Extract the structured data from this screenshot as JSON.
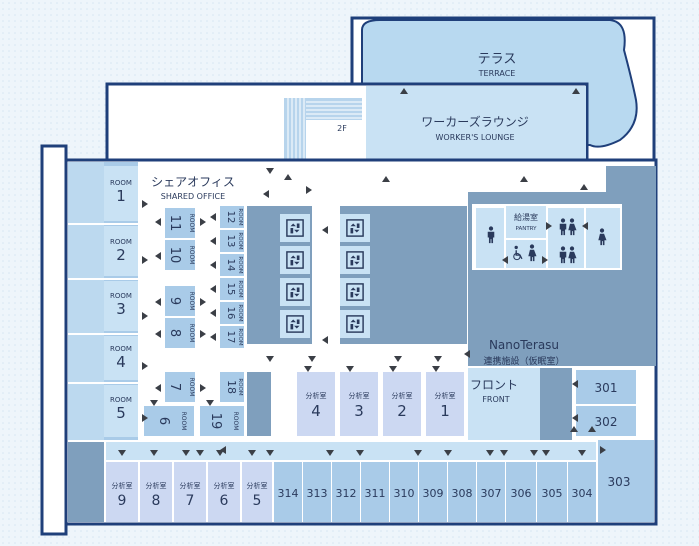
{
  "floor": "2F",
  "colors": {
    "wall": "#1f3f7a",
    "room_light": "#c9e2f4",
    "room_mid": "#a9cbe8",
    "room_dark": "#7f9fbd",
    "analysis": "#ccd8f2",
    "background_texture": "#e8f1f9",
    "corridor": "#ffffff",
    "marker": "#3b3f46"
  },
  "areas": {
    "terrace": {
      "ja": "テラス",
      "en": "TERRACE"
    },
    "lounge": {
      "ja": "ワーカーズラウンジ",
      "en": "WORKER'S LOUNGE"
    },
    "shared_office": {
      "ja": "シェアオフィス",
      "en": "SHARED OFFICE"
    },
    "pantry": {
      "ja": "給湯室",
      "en": "PANTRY"
    },
    "front": {
      "ja": "フロント",
      "en": "FRONT"
    },
    "nanoterasu": {
      "title": "NanoTerasu",
      "sub": "連携施設（仮眠室）"
    }
  },
  "room_word": "ROOM",
  "analysis_word": "分析室",
  "rooms_left": [
    "1",
    "2",
    "3",
    "4",
    "5"
  ],
  "rooms_col2": [
    "11",
    "10",
    "9",
    "8",
    "7"
  ],
  "rooms_col3": [
    "12",
    "13",
    "14",
    "15",
    "16",
    "17"
  ],
  "room_6": "6",
  "room_18": "18",
  "room_19": "19",
  "analysis_top": [
    "4",
    "3",
    "2",
    "1"
  ],
  "analysis_bottom": [
    "9",
    "8",
    "7",
    "6",
    "5"
  ],
  "bottom_rooms": [
    "314",
    "313",
    "312",
    "311",
    "310",
    "309",
    "308",
    "307",
    "306",
    "305",
    "304"
  ],
  "right_rooms": [
    "301",
    "302",
    "303"
  ],
  "icons": {
    "elevator": "elevator-icon",
    "man": "man-restroom-icon",
    "woman": "woman-restroom-icon",
    "accessible": "accessible-restroom-icon",
    "door": "door-marker-icon"
  }
}
